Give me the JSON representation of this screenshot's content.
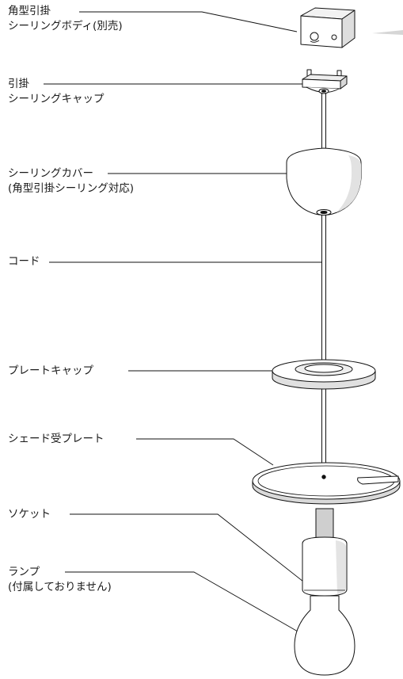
{
  "labels": {
    "ceiling_body": {
      "line1": "角型引掛",
      "line2": "シーリングボディ(別売)"
    },
    "ceiling_cap": {
      "line1": "引掛",
      "line2": "シーリングキャップ"
    },
    "ceiling_cover": {
      "line1": "シーリングカバー",
      "line2": "(角型引掛シーリング対応)"
    },
    "cord": {
      "line1": "コード"
    },
    "plate_cap": {
      "line1": "プレートキャップ"
    },
    "shade_plate": {
      "line1": "シェード受プレート"
    },
    "socket": {
      "line1": "ソケット"
    },
    "lamp": {
      "line1": "ランプ",
      "line2": "(付属しておりません)"
    }
  },
  "colors": {
    "line": "#111111",
    "fill": "#ffffff",
    "shade": "#e6e6e6",
    "deep": "#cfcfcf"
  }
}
